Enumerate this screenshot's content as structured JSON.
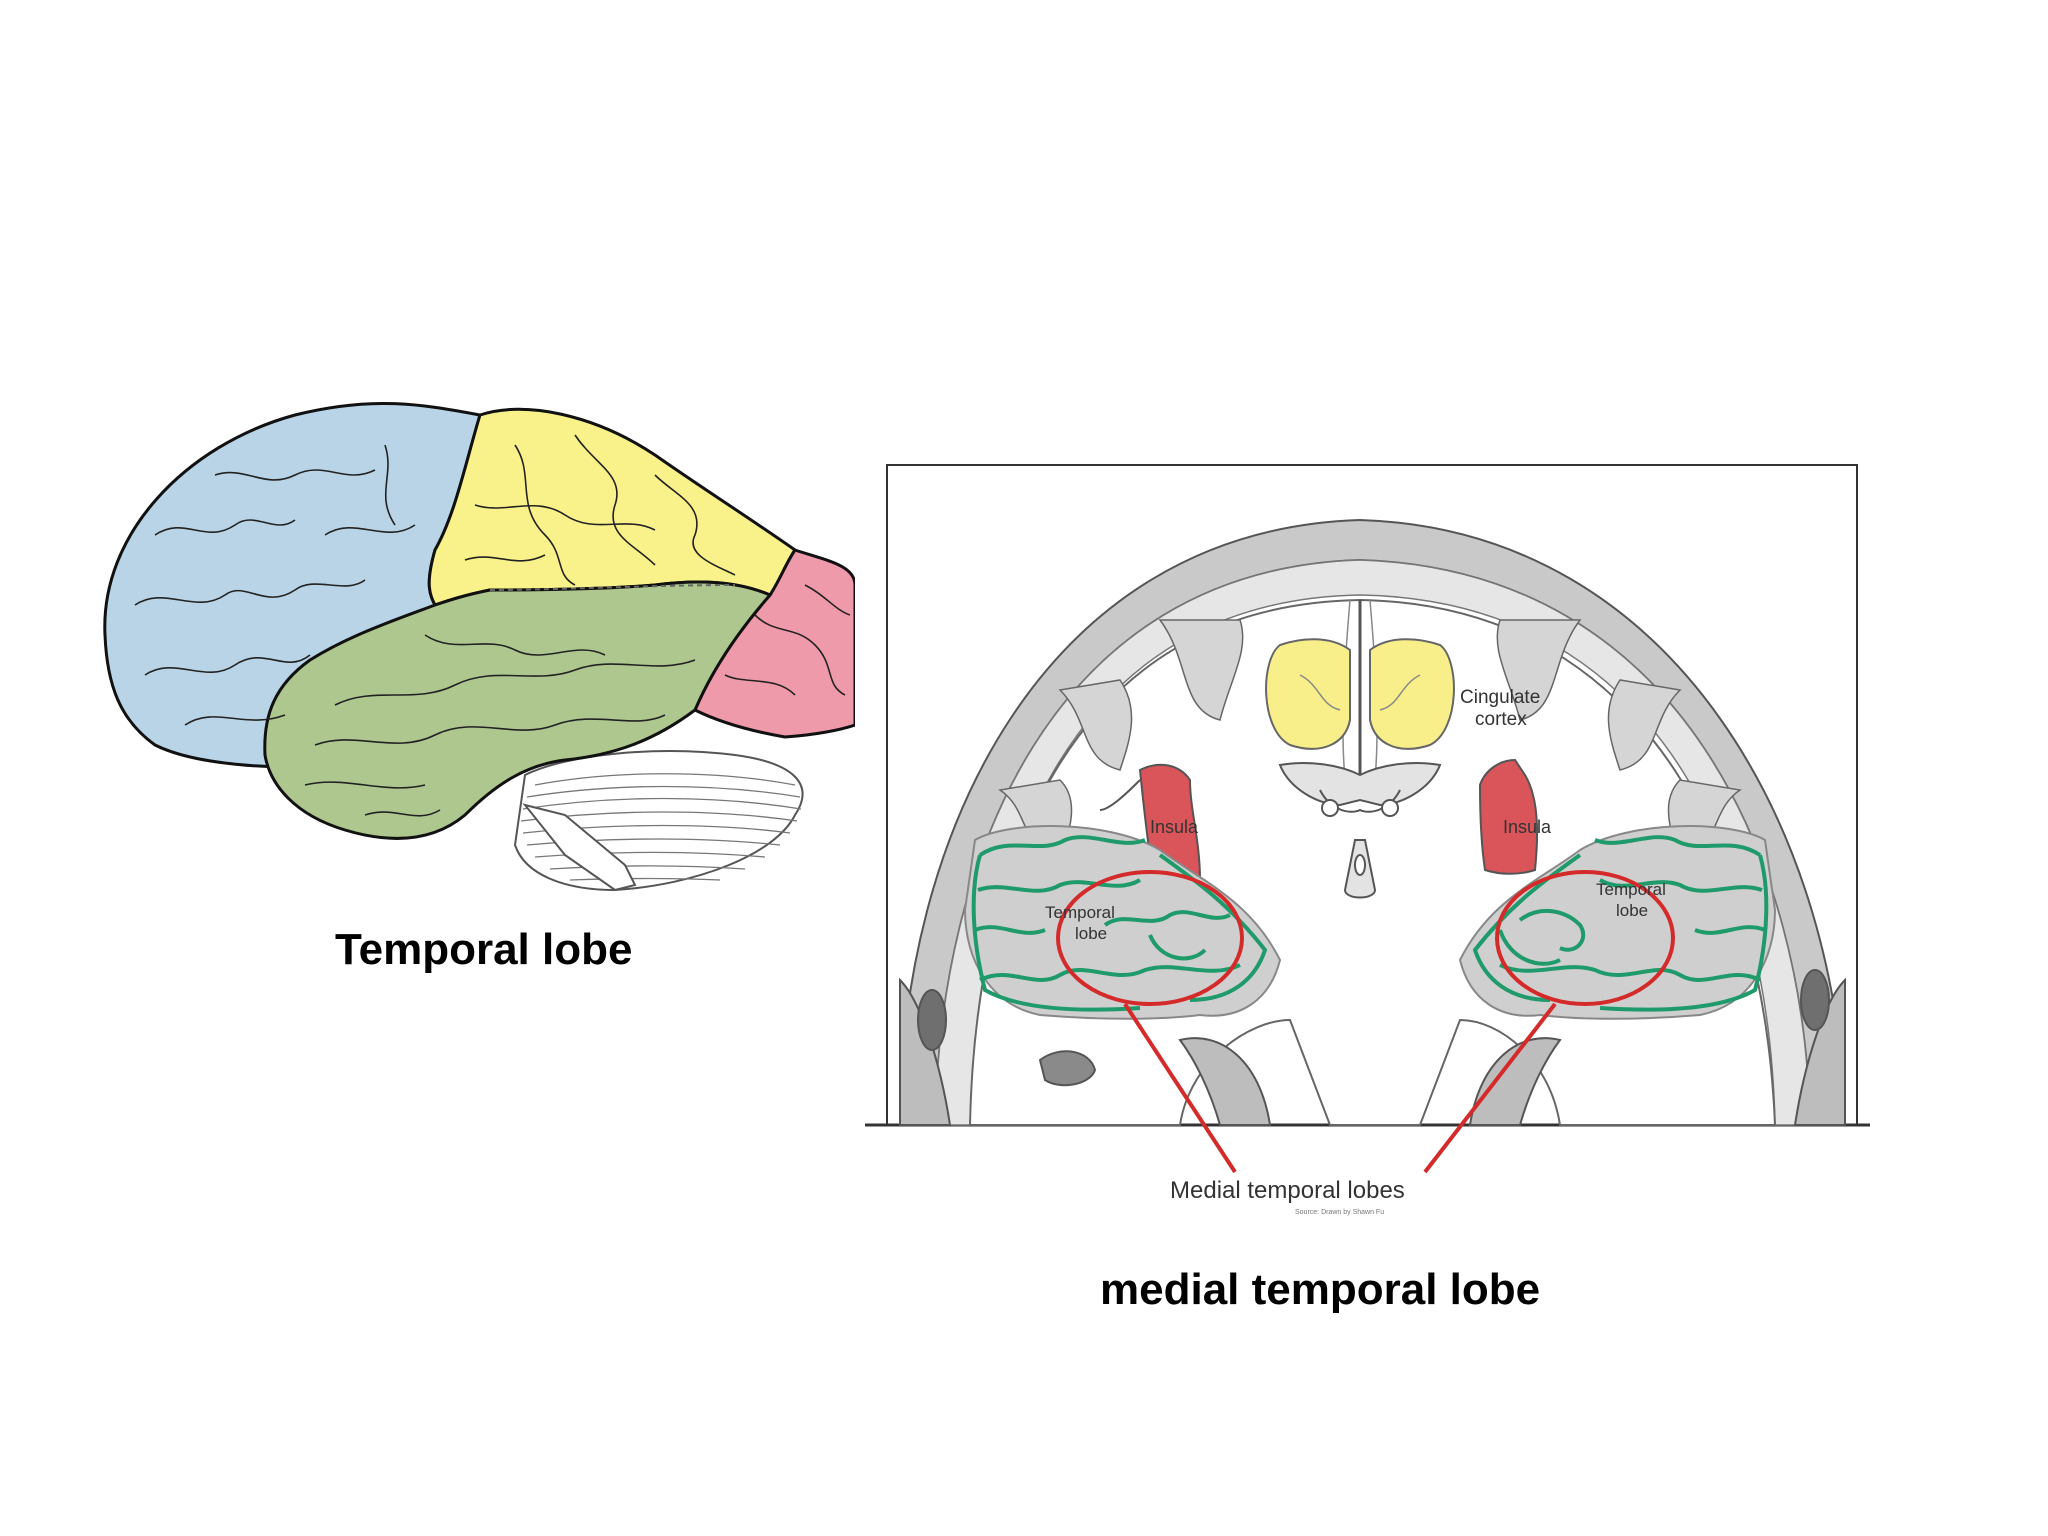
{
  "captions": {
    "left": "Temporal lobe",
    "right": "medial temporal lobe"
  },
  "lateral_diagram": {
    "lobe_colors": {
      "frontal": "#b8d4e6",
      "parietal": "#f9f28b",
      "temporal": "#adc78f",
      "occipital": "#ef9aaa",
      "cerebellum": "#ffffff"
    }
  },
  "coronal_diagram": {
    "labels": {
      "cingulate_line1": "Cingulate",
      "cingulate_line2": "cortex",
      "insula_left": "Insula",
      "insula_right": "Insula",
      "temporal_left_line1": "Temporal",
      "temporal_left_line2": "lobe",
      "temporal_right_line1": "Temporal",
      "temporal_right_line2": "lobe",
      "medial_caption": "Medial temporal lobes",
      "source": "Source: Drawn by Shawn Fu"
    },
    "colors": {
      "cingulate": "#f8ef8a",
      "insula": "#d9555a",
      "temporal_outline": "#1f9a6a",
      "circle": "#d42a2a",
      "gray": "#bdbdbd",
      "dark_gray": "#8a8a8a"
    }
  }
}
